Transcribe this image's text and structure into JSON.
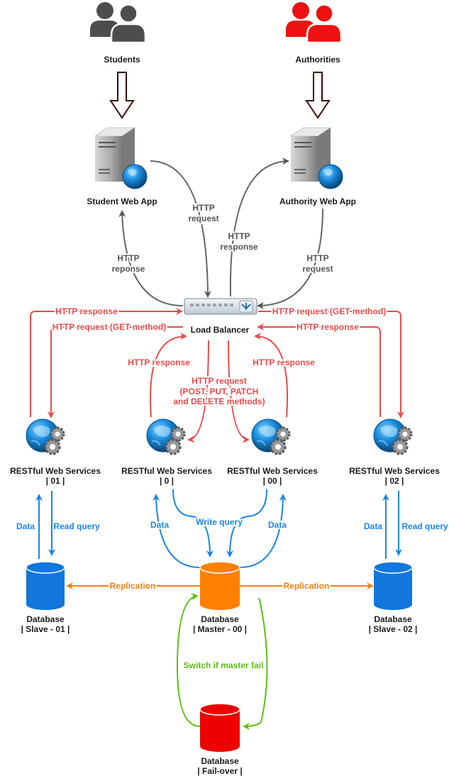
{
  "actors": {
    "students": "Students",
    "authorities": "Authorities"
  },
  "apps": {
    "student": "Student Web App",
    "authority": "Authority Web App"
  },
  "load_balancer": "Load Balancer",
  "flows": {
    "http_request": [
      "HTTP",
      "request"
    ],
    "http_response": [
      "HTTP",
      "response"
    ],
    "http_reponse": [
      "HTTP",
      "reponse"
    ],
    "http_response_single": "HTTP response",
    "http_get": "HTTP request (GET method)",
    "http_write": [
      "HTTP request",
      "(POST, PUT, PATCH",
      "and DELETE methods)"
    ],
    "data": "Data",
    "read_query": "Read query",
    "write_query": "Write query",
    "replication": "Replication",
    "switch": "Switch if master fail"
  },
  "services": {
    "title": "RESTful Web Services",
    "ids": [
      "| 01 |",
      "| 0 |",
      "| 00 |",
      "| 02 |"
    ]
  },
  "databases": {
    "title": "Database",
    "slave1": "| Slave - 01 |",
    "master": "| Master - 00 |",
    "slave2": "| Slave - 02 |",
    "failover": "| Fail-over |"
  },
  "colors": {
    "gray_arrows": "#666666",
    "red_arrows": "#ea4b4b",
    "blue_arrows": "#1c85e6",
    "orange_arrows": "#ee8216",
    "green_arrows": "#5cbf12",
    "student_icon": "#4d4d4d",
    "authority_icon": "#ee1111",
    "slave_db": "#1177dd",
    "master_db": "#ff8000",
    "failover_db": "#ee0000"
  }
}
